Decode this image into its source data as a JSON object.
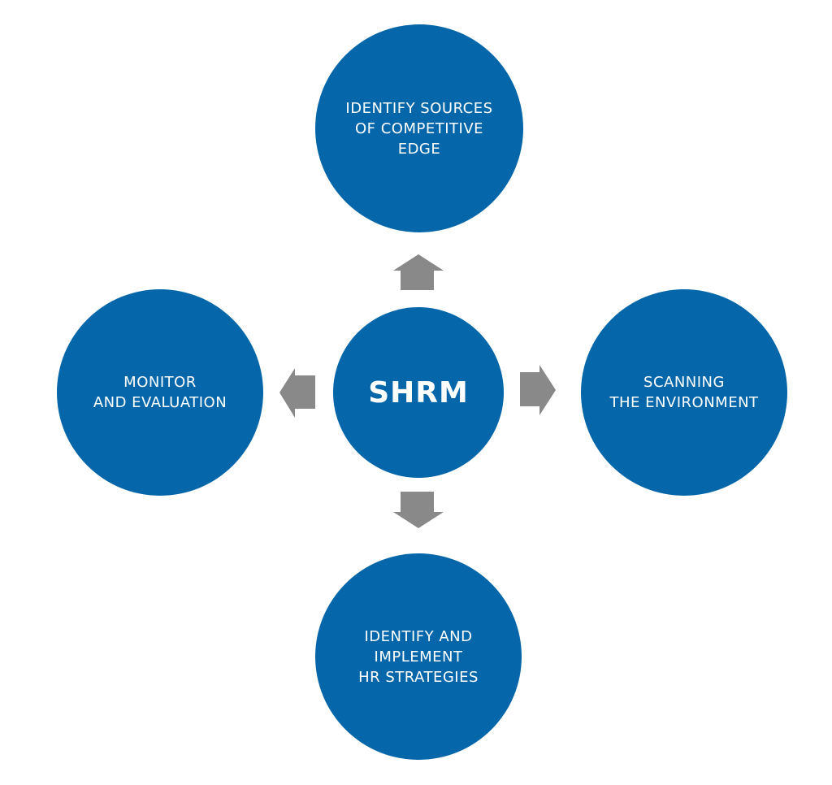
{
  "center": {
    "label": "SHRM"
  },
  "nodes": {
    "top": "IDENTIFY SOURCES\nOF COMPETITIVE\nEDGE",
    "right": "SCANNING\nTHE ENVIRONMENT",
    "bottom": "IDENTIFY AND\nIMPLEMENT\nHR STRATEGIES",
    "left": "MONITOR\nAND EVALUATION"
  },
  "colors": {
    "circle": "#0567a9",
    "arrow": "#898989",
    "text": "#ffffff"
  }
}
